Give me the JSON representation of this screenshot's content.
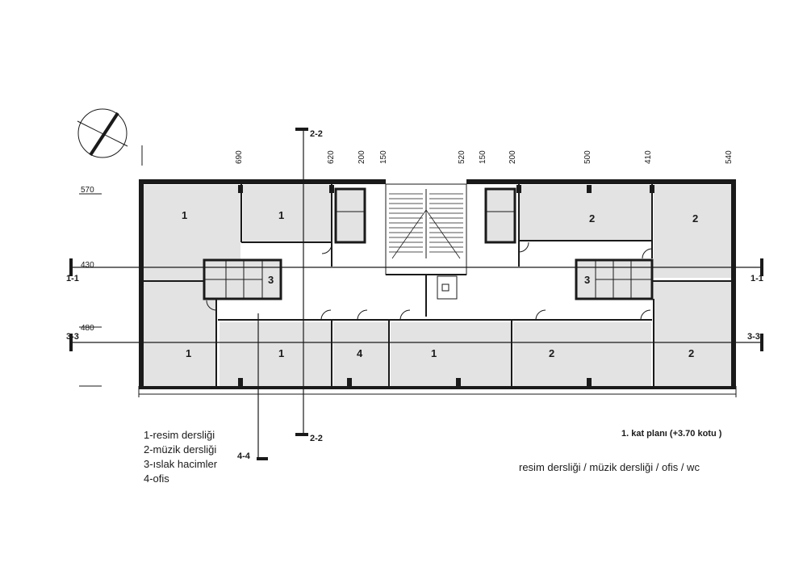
{
  "rooms": {
    "r1": "1",
    "r2": "1",
    "r3": "3",
    "r4": "2",
    "r5": "2",
    "r6": "3",
    "r7": "1",
    "r8": "1",
    "r9": "4",
    "r10": "1",
    "r11": "2",
    "r12": "2"
  },
  "dimensions": {
    "top": [
      "690",
      "620",
      "200",
      "150",
      "520",
      "150",
      "200",
      "500",
      "410",
      "540"
    ],
    "left": [
      "570",
      "430",
      "480"
    ]
  },
  "axes": {
    "a11_left": "1-1",
    "a11_right": "1-1",
    "a33_left": "3-3",
    "a33_right": "3-3",
    "a22_top": "2-2",
    "a22_bottom": "2-2",
    "a44": "4-4"
  },
  "legend": [
    "1-resim dersliği",
    "2-müzik dersliği",
    "3-ıslak hacimler",
    "4-ofis"
  ],
  "title": "1. kat planı (+3.70 kotu )",
  "subtitle": "resim dersliği / müzik dersliği / ofis / wc",
  "icons": {
    "north": "north-arrow-icon"
  }
}
